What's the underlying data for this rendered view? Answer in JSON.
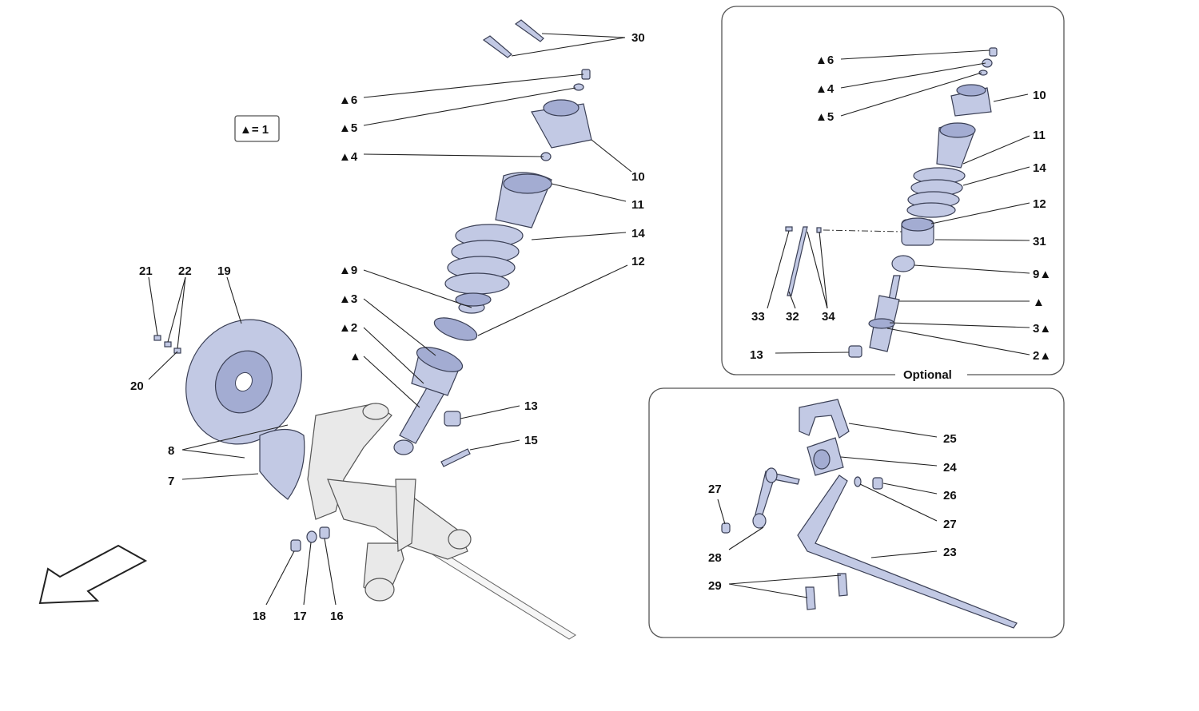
{
  "legend": {
    "text": "▲= 1"
  },
  "inset_optional": {
    "title": "Optional"
  },
  "callouts": {
    "main": {
      "c30": "30",
      "c6": "▲6",
      "c5": "▲5",
      "c4": "▲4",
      "c10": "10",
      "c11": "11",
      "c14": "14",
      "c12": "12",
      "c9": "▲9",
      "c3": "▲3",
      "c2": "▲2",
      "ctri": "▲",
      "c13": "13",
      "c15": "15",
      "c21": "21",
      "c22": "22",
      "c19": "19",
      "c20": "20",
      "c8": "8",
      "c7": "7",
      "c18": "18",
      "c17": "17",
      "c16": "16"
    },
    "optional": {
      "c6": "▲6",
      "c4": "▲4",
      "c5": "▲5",
      "c10": "10",
      "c11": "11",
      "c14": "14",
      "c12": "12",
      "c31": "31",
      "c9": "9▲",
      "ctri": "▲",
      "c3": "3▲",
      "c2": "2▲",
      "c33": "33",
      "c32": "32",
      "c34": "34",
      "c13": "13"
    },
    "stabilizer": {
      "c25": "25",
      "c24": "24",
      "c26": "26",
      "c27a": "27",
      "c27b": "27",
      "c28": "28",
      "c23": "23",
      "c29": "29"
    }
  },
  "colors": {
    "part_fill": "#c2c9e4",
    "part_dark": "#a3acd2",
    "outline": "#3a3f55",
    "frame": "#e9e9e9",
    "text": "#111111"
  },
  "icons": {
    "direction": "direction-arrow-icon"
  }
}
